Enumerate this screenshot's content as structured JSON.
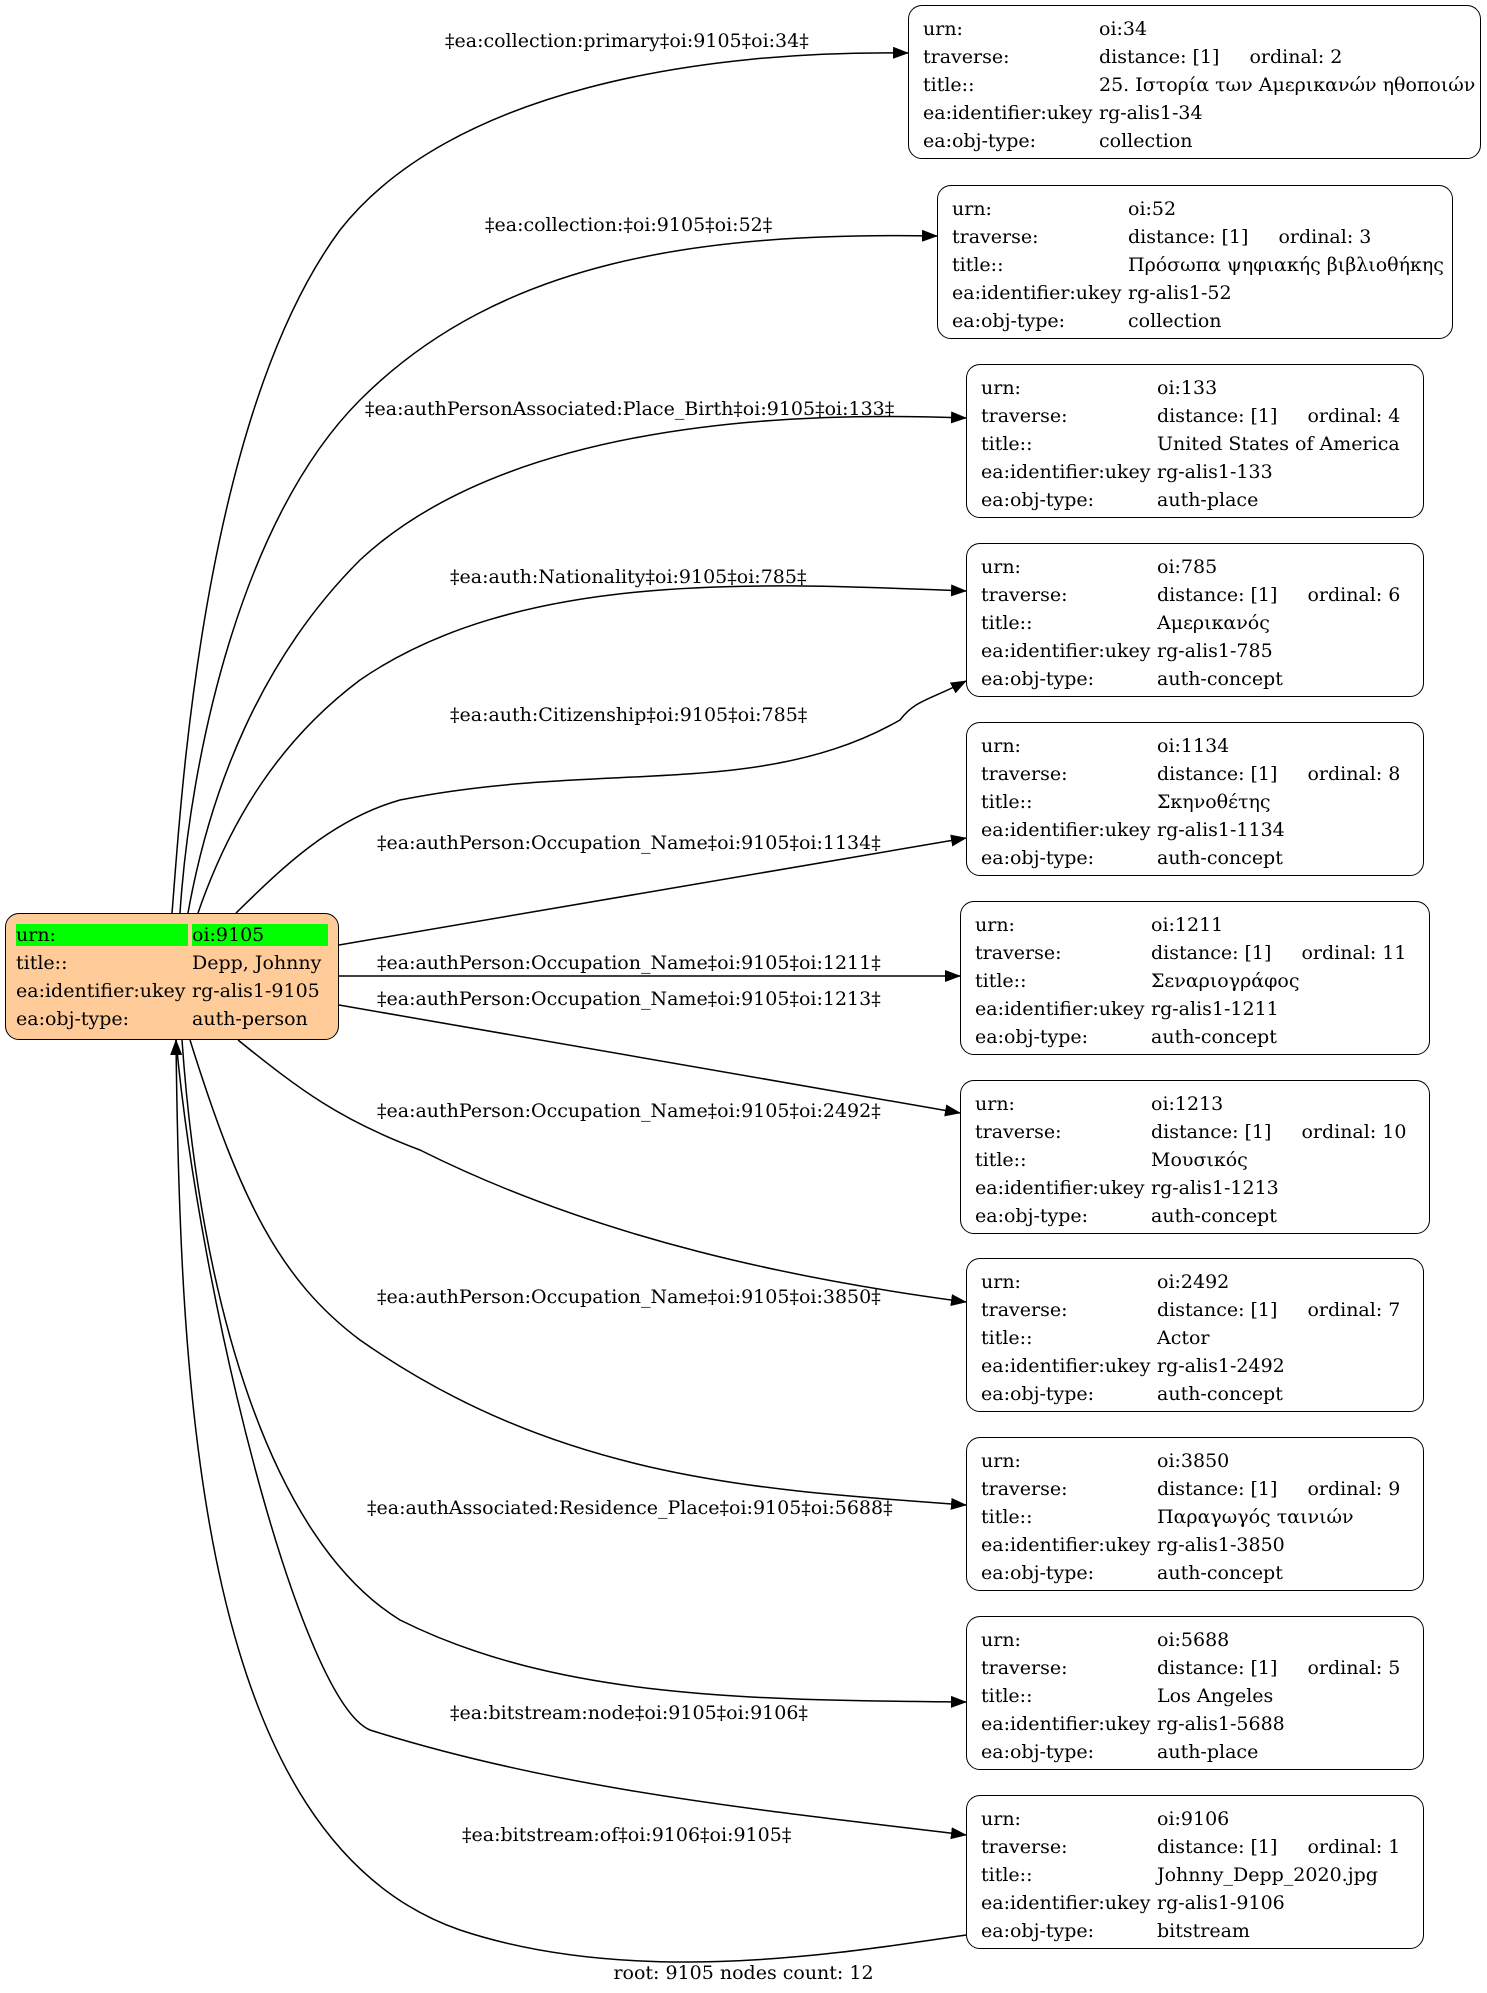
{
  "root_node": {
    "rows": [
      {
        "key": "urn:",
        "value": "oi:9105"
      },
      {
        "key": "title::",
        "value": "Depp, Johnny"
      },
      {
        "key": "ea:identifier:ukey",
        "value": "rg-alis1-9105"
      },
      {
        "key": "ea:obj-type:",
        "value": "auth-person"
      }
    ],
    "highlight_color": "#00ff00",
    "fill_color": "#ffcc99"
  },
  "keys": {
    "urn": "urn:",
    "traverse": "traverse:",
    "title": "title::",
    "ukey": "ea:identifier:ukey",
    "type": "ea:obj-type:"
  },
  "nodes": [
    {
      "urn": "oi:34",
      "distance": "distance: [1]",
      "ordinal": "ordinal: 2",
      "title": "25. Ιστορία των Αμερικανών ηθοποιών",
      "ukey": "rg-alis1-34",
      "type": "collection"
    },
    {
      "urn": "oi:52",
      "distance": "distance: [1]",
      "ordinal": "ordinal: 3",
      "title": "Πρόσωπα ψηφιακής βιβλιοθήκης",
      "ukey": "rg-alis1-52",
      "type": "collection"
    },
    {
      "urn": "oi:133",
      "distance": "distance: [1]",
      "ordinal": "ordinal: 4",
      "title": "United States of America",
      "ukey": "rg-alis1-133",
      "type": "auth-place"
    },
    {
      "urn": "oi:785",
      "distance": "distance: [1]",
      "ordinal": "ordinal: 6",
      "title": "Αμερικανός",
      "ukey": "rg-alis1-785",
      "type": "auth-concept"
    },
    {
      "urn": "oi:1134",
      "distance": "distance: [1]",
      "ordinal": "ordinal: 8",
      "title": "Σκηνοθέτης",
      "ukey": "rg-alis1-1134",
      "type": "auth-concept"
    },
    {
      "urn": "oi:1211",
      "distance": "distance: [1]",
      "ordinal": "ordinal: 11",
      "title": "Σεναριογράφος",
      "ukey": "rg-alis1-1211",
      "type": "auth-concept"
    },
    {
      "urn": "oi:1213",
      "distance": "distance: [1]",
      "ordinal": "ordinal: 10",
      "title": "Μουσικός",
      "ukey": "rg-alis1-1213",
      "type": "auth-concept"
    },
    {
      "urn": "oi:2492",
      "distance": "distance: [1]",
      "ordinal": "ordinal: 7",
      "title": "Actor",
      "ukey": "rg-alis1-2492",
      "type": "auth-concept"
    },
    {
      "urn": "oi:3850",
      "distance": "distance: [1]",
      "ordinal": "ordinal: 9",
      "title": "Παραγωγός ταινιών",
      "ukey": "rg-alis1-3850",
      "type": "auth-concept"
    },
    {
      "urn": "oi:5688",
      "distance": "distance: [1]",
      "ordinal": "ordinal: 5",
      "title": "Los Angeles",
      "ukey": "rg-alis1-5688",
      "type": "auth-place"
    },
    {
      "urn": "oi:9106",
      "distance": "distance: [1]",
      "ordinal": "ordinal: 1",
      "title": "Johnny_Depp_2020.jpg",
      "ukey": "rg-alis1-9106",
      "type": "bitstream"
    }
  ],
  "edges": [
    {
      "label": "‡ea:collection:primary‡oi:9105‡oi:34‡"
    },
    {
      "label": "‡ea:collection:‡oi:9105‡oi:52‡"
    },
    {
      "label": "‡ea:authPersonAssociated:Place_Birth‡oi:9105‡oi:133‡"
    },
    {
      "label": "‡ea:auth:Nationality‡oi:9105‡oi:785‡"
    },
    {
      "label": "‡ea:auth:Citizenship‡oi:9105‡oi:785‡"
    },
    {
      "label": "‡ea:authPerson:Occupation_Name‡oi:9105‡oi:1134‡"
    },
    {
      "label": "‡ea:authPerson:Occupation_Name‡oi:9105‡oi:1211‡"
    },
    {
      "label": "‡ea:authPerson:Occupation_Name‡oi:9105‡oi:1213‡"
    },
    {
      "label": "‡ea:authPerson:Occupation_Name‡oi:9105‡oi:2492‡"
    },
    {
      "label": "‡ea:authPerson:Occupation_Name‡oi:9105‡oi:3850‡"
    },
    {
      "label": "‡ea:authAssociated:Residence_Place‡oi:9105‡oi:5688‡"
    },
    {
      "label": "‡ea:bitstream:node‡oi:9105‡oi:9106‡"
    },
    {
      "label": "‡ea:bitstream:of‡oi:9106‡oi:9105‡"
    }
  ],
  "footer": "root: 9105 nodes count: 12"
}
